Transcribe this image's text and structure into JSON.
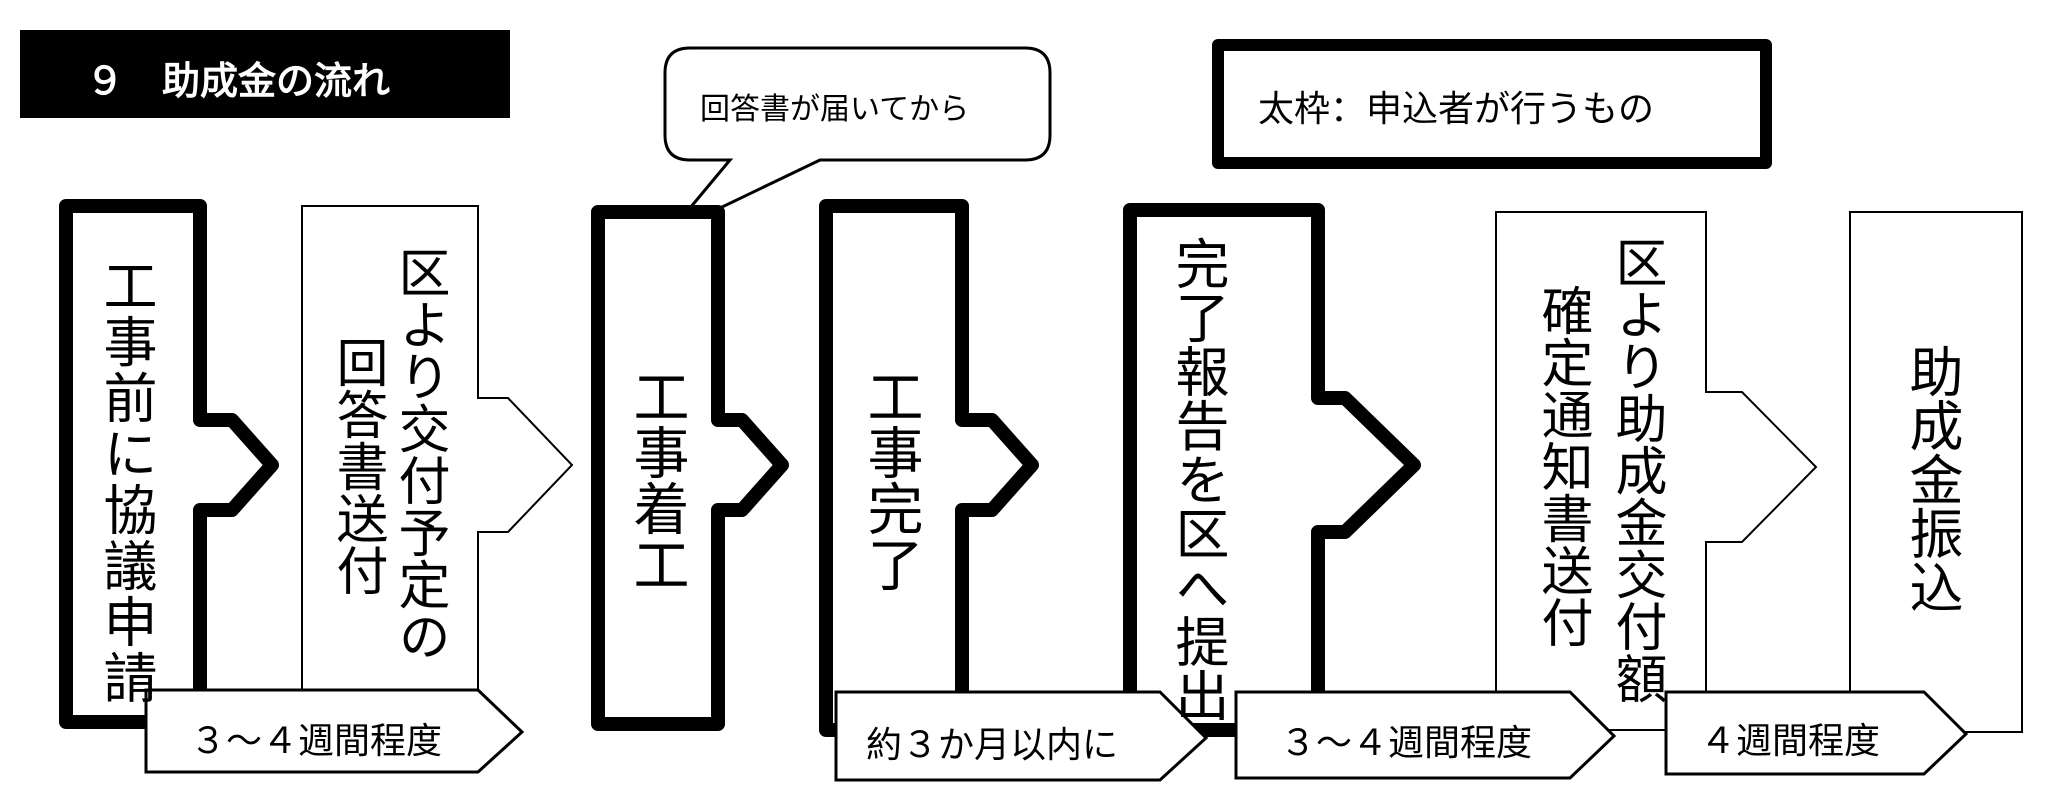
{
  "title": "９　助成金の流れ",
  "callout": "回答書が届いてから",
  "legend": "太枠：申込者が行うもの",
  "steps": [
    {
      "lines": [
        "工事前に協議申請"
      ]
    },
    {
      "lines": [
        "区より交付予定の",
        "回答書送付"
      ]
    },
    {
      "lines": [
        "工事着工"
      ]
    },
    {
      "lines": [
        "工事完了"
      ]
    },
    {
      "lines": [
        "完了報告を区へ提出"
      ]
    },
    {
      "lines": [
        "区より助成金交付額",
        "確定通知書送付"
      ]
    },
    {
      "lines": [
        "助成金振込"
      ]
    }
  ],
  "durations": [
    {
      "label": "３～４週間程度"
    },
    {
      "label": "約３か月以内に"
    },
    {
      "label": "３～４週間程度"
    },
    {
      "label": "４週間程度"
    }
  ]
}
